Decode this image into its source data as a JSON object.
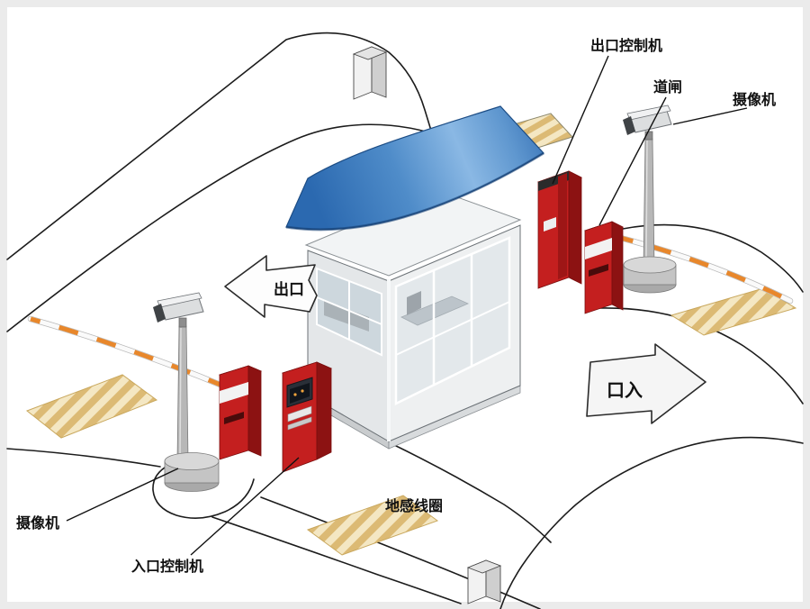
{
  "labels": {
    "exit_controller": "出口控制机",
    "barrier_gate": "道闸",
    "camera_top": "摄像机",
    "camera_bottom": "摄像机",
    "entrance_controller": "入口控制机",
    "ground_loop": "地感线圈"
  },
  "arrows": {
    "exit": "出口",
    "entrance": "口入"
  },
  "colors": {
    "machine_red": "#c41f1f",
    "machine_red_dark": "#8c1212",
    "machine_red_top": "#e05a5a",
    "canopy_blue": "#3f7fc1",
    "stripe_cream": "#f4e7c3",
    "stripe_gold": "#dcba74",
    "arm_orange": "#e8872b",
    "road_black": "#1c1c1c",
    "frame_gray": "#ebebeb",
    "glass_blue": "#d4dee4",
    "pole_gray": "#b7b7b7"
  }
}
